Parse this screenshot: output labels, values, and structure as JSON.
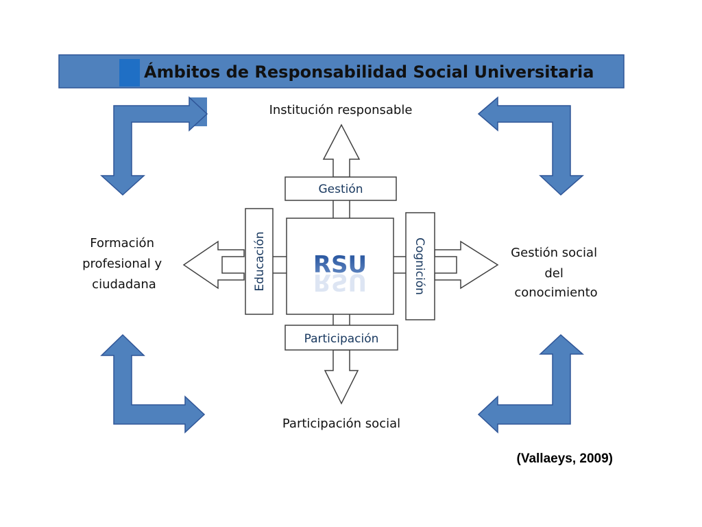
{
  "title": "Ámbitos de Responsabilidad Social Universitaria",
  "center": "RSU",
  "boxes": {
    "top": "Gestión",
    "bottom": "Participación",
    "left": "Educación",
    "right": "Cognición"
  },
  "outcomes": {
    "top": "Institución responsable",
    "bottom": "Participación social",
    "left": [
      "Formación",
      "profesional y",
      "ciudadana"
    ],
    "right": [
      "Gestión social",
      "del",
      "conocimiento"
    ]
  },
  "citation": "(Vallaeys, 2009)",
  "colors": {
    "accent": "#4f81bd",
    "accent_dark": "#2f5597",
    "title_block": "#1f6fc5",
    "box_text": "#17375e",
    "line": "#404040"
  }
}
